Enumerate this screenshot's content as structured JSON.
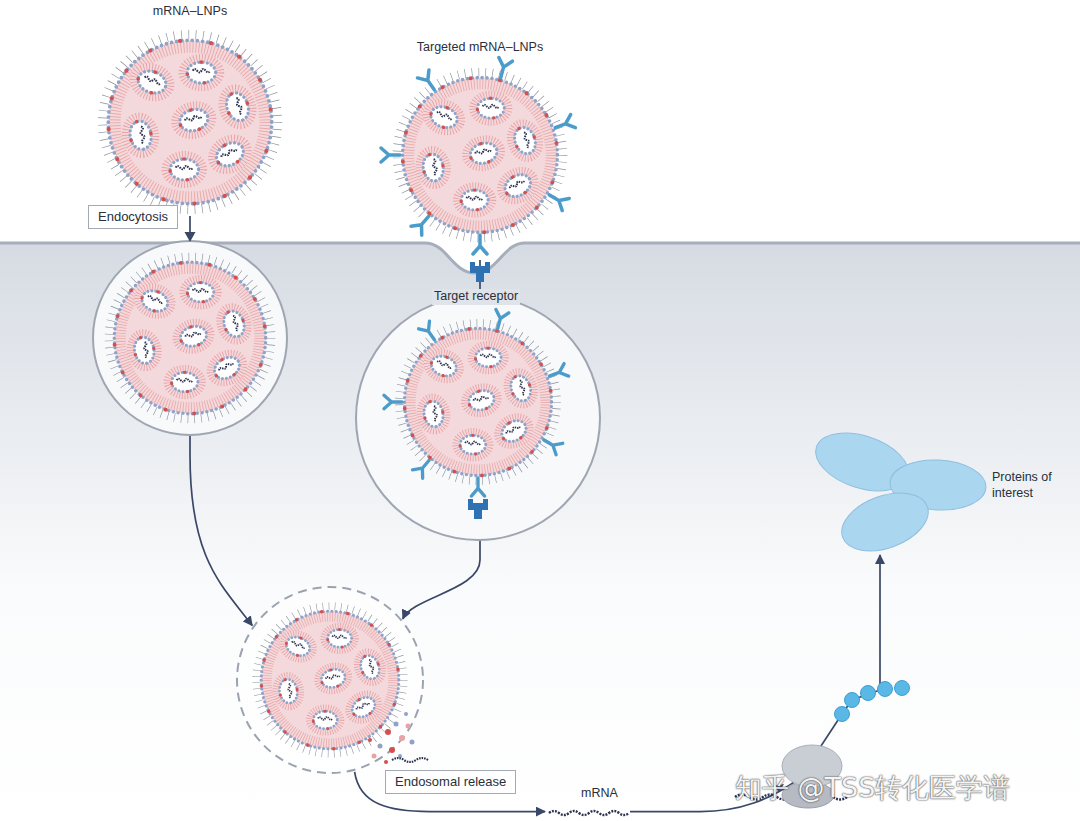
{
  "diagram": {
    "nodes": [
      {
        "text": [
          "mRNA–LNPs"
        ]
      },
      {
        "text": [
          "Targeted mRNA–LNPs"
        ]
      },
      {
        "text": [
          "Endosomal release"
        ]
      },
      {
        "text": [
          "mRNA"
        ]
      },
      {
        "text": [
          "Proteins of interest"
        ]
      }
    ],
    "edges": [
      {
        "from": 0,
        "to": 2,
        "arrow": "to",
        "label": "Endocytosis"
      },
      {
        "from": 1,
        "to": 2,
        "arrow": "to"
      },
      {
        "from": 2,
        "to": 3,
        "arrow": "to"
      },
      {
        "from": 3,
        "to": 4,
        "arrow": "to"
      }
    ],
    "labels": [
      "Target receptor",
      "知乎 @TSS转化医学谱"
    ]
  }
}
